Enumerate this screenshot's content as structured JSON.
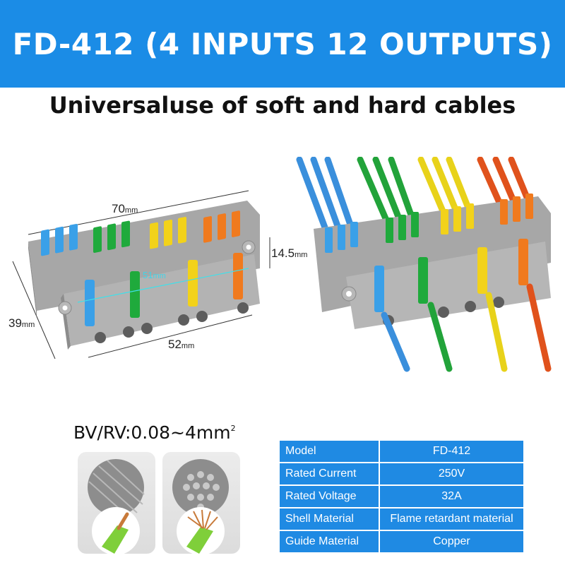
{
  "header": {
    "title": "FD-412 (4 INPUTS 12 OUTPUTS)",
    "subtitle": "Universaluse of soft and hard cables"
  },
  "dimensions": {
    "length_top": {
      "value": "70",
      "unit": "mm"
    },
    "height": {
      "value": "14.5",
      "unit": "mm"
    },
    "depth": {
      "value": "39",
      "unit": "mm"
    },
    "length_bottom": {
      "value": "52",
      "unit": "mm"
    },
    "inner": {
      "value": "51",
      "unit": "mm"
    }
  },
  "wire_range": {
    "text": "BV/RV:0.08~4mm",
    "superscript": "2"
  },
  "specs": [
    {
      "label": "Model",
      "value": "FD-412"
    },
    {
      "label": "Rated Current",
      "value": "250V"
    },
    {
      "label": "Rated Voltage",
      "value": "32A"
    },
    {
      "label": "Shell Material",
      "value": "Flame retardant material"
    },
    {
      "label": "Guide Material",
      "value": "Copper"
    }
  ],
  "colors": {
    "banner": "#1b8ce6",
    "table": "#1f8ae3",
    "lever_blue": "#3aa0e8",
    "lever_green": "#1faa3c",
    "lever_yellow": "#f2d21a",
    "lever_orange": "#f07a1e",
    "housing": "#9a9a9a"
  }
}
